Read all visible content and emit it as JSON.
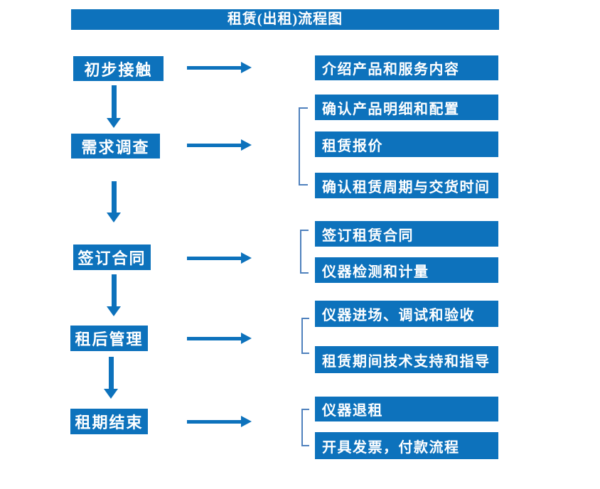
{
  "title": "租赁(出租)流程图",
  "colors": {
    "primary": "#0d72bc",
    "bracket": "#4f81bd",
    "text": "#ffffff",
    "background": "#ffffff"
  },
  "steps": [
    {
      "label": "初步接触",
      "details": [
        "介绍产品和服务内容"
      ]
    },
    {
      "label": "需求调查",
      "details": [
        "确认产品明细和配置",
        "租赁报价",
        "确认租赁周期与交货时间"
      ]
    },
    {
      "label": "签订合同",
      "details": [
        "签订租赁合同",
        "仪器检测和计量"
      ]
    },
    {
      "label": "租后管理",
      "details": [
        "仪器进场、调试和验收",
        "租赁期间技术支持和指导"
      ]
    },
    {
      "label": "租期结束",
      "details": [
        "仪器退租",
        "开具发票，付款流程"
      ]
    }
  ]
}
